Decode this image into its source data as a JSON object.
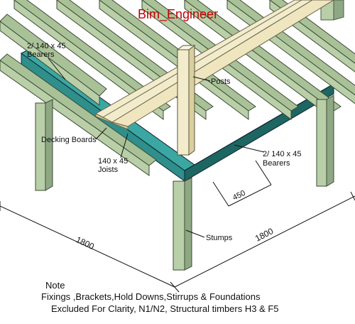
{
  "title": "Bim_Engineer",
  "labels": {
    "bearers_top": "2/ 140 x 45",
    "bearers_top_word": "Bearers",
    "posts": "Posts",
    "decking_boards": "Decking Boards",
    "joists_size": "140 x 45",
    "joists_word": "Joists",
    "bearers_right": "2/ 140 x 45",
    "bearers_right_word": "Bearers",
    "stumps": "Stumps"
  },
  "dimensions": {
    "joist_spacing": "450",
    "left_span": "1800",
    "right_span": "1800"
  },
  "note": {
    "heading": "Note",
    "line1": "Fixings ,Brackets,Hold Downs,Stirrups  & Foundations",
    "line2": "Excluded For Clarity, N1/N2, Structural timbers H3 & F5"
  },
  "colors": {
    "timber": "#b9cfa8",
    "timber_dark": "#8fa884",
    "steel": "#2e8f8b",
    "steel_dark": "#1d6662",
    "decking": "#f2eccd",
    "title": "#c00000"
  }
}
